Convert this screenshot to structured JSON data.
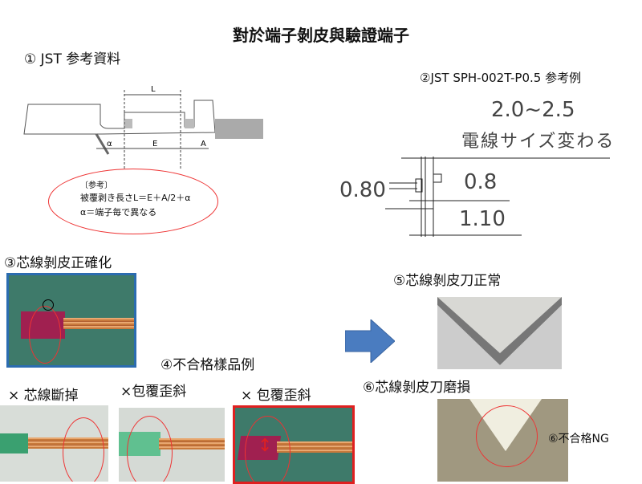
{
  "title": "對於端子剝皮與驗證端子",
  "section1": {
    "heading": "① JST 参考資料",
    "dim_L": "L",
    "dim_alpha": "α",
    "dim_E": "E",
    "dim_A": "A",
    "note_title": "〔参考〕",
    "note_line1": "被覆剥き長さL＝E＋A/2＋α",
    "note_line2": "α＝端子毎で異なる"
  },
  "section2": {
    "heading": "②JST SPH-002T-P0.5 参考例",
    "range": "2.0~2.5",
    "wire_note": "電線サイズ変わる",
    "dim1": "0.80",
    "dim2": "0.8",
    "dim3": "1.10"
  },
  "section3": {
    "heading": "③芯線剝皮正確化"
  },
  "section4": {
    "heading": "④不合格樣品例",
    "items": [
      "× 芯線斷掉",
      "×包覆歪斜",
      "× 包覆歪斜"
    ]
  },
  "section5": {
    "heading": "⑤芯線剝皮刀正常"
  },
  "section6": {
    "heading": "⑥芯線剝皮刀磨損",
    "ng_label": "⑥不合格NG"
  },
  "colors": {
    "accent_blue": "#4a7cc0",
    "red": "#e33"
  }
}
